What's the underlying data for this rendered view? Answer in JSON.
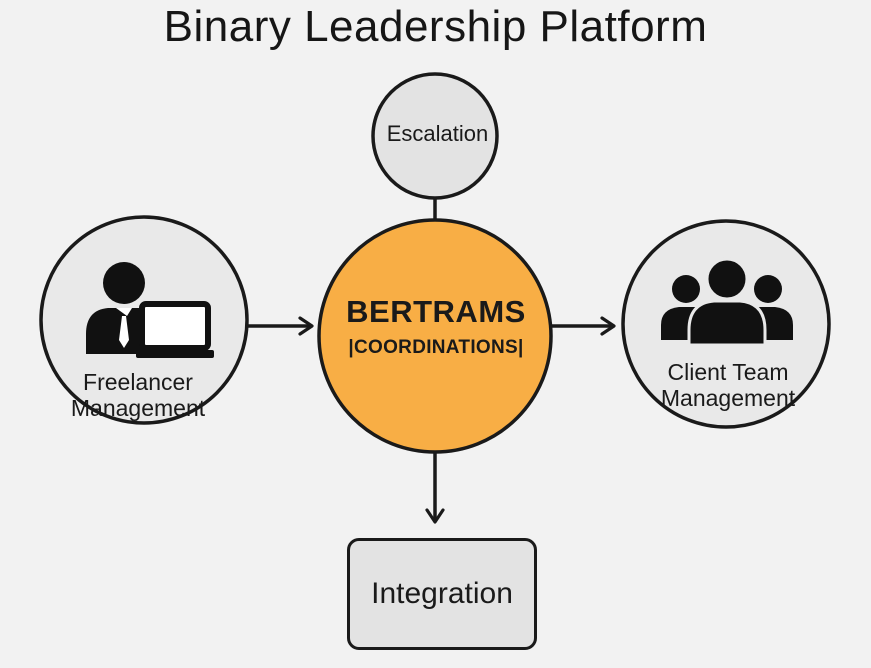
{
  "diagram": {
    "title": "Binary Leadership Platform",
    "nodes": {
      "escalation": "Escalation",
      "center_title": "BERTRAMS",
      "center_subtitle": "|COORDINATIONS|",
      "freelancer_line1": "Freelancer",
      "freelancer_line2": "Management",
      "client_line1": "Client Team",
      "client_line2": "Management",
      "integration": "Integration"
    },
    "icons": {
      "freelancer": "person-at-laptop-icon",
      "client": "people-group-icon"
    },
    "colors": {
      "background": "#f2f2f2",
      "center_fill": "#f8ae45",
      "node_fill": "#e8e8e8",
      "stroke": "#1a1a1a"
    }
  }
}
